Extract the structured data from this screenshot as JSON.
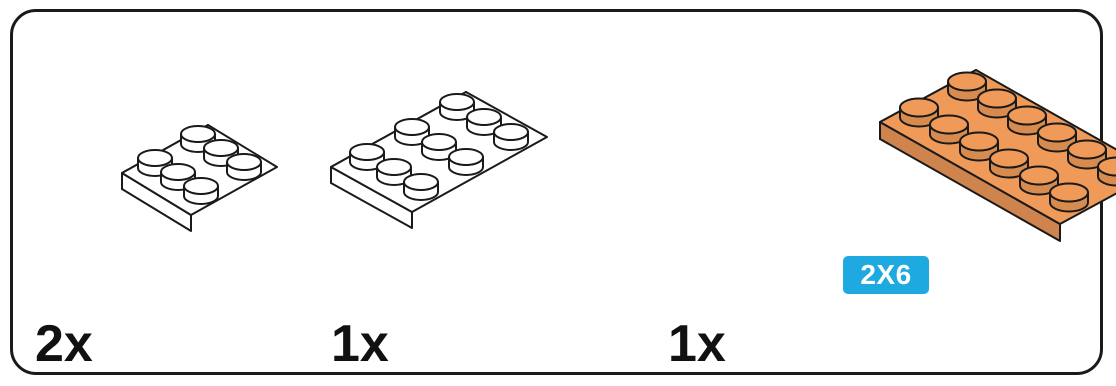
{
  "parts": [
    {
      "quantity": "2x",
      "color": "#ffffff",
      "size_label": ""
    },
    {
      "quantity": "1x",
      "color": "#ffffff",
      "size_label": ""
    },
    {
      "quantity": "1x",
      "color": "#ef9a58",
      "size_label": "2X6"
    }
  ],
  "colors": {
    "outline": "#1a1a1a",
    "white_part": "#ffffff",
    "orange_part": "#ef9a58",
    "badge": "#1fa9e1"
  }
}
